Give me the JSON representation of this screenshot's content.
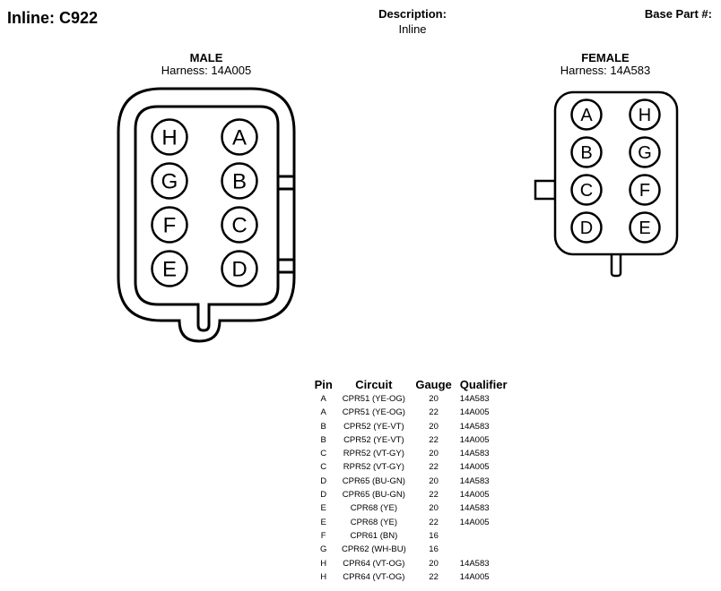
{
  "header": {
    "title": "Inline: C922",
    "description_label": "Description:",
    "description_value": "Inline",
    "base_part_label": "Base Part #:"
  },
  "male": {
    "name": "MALE",
    "harness": "Harness: 14A005",
    "cavities": [
      {
        "label": "H"
      },
      {
        "label": "A"
      },
      {
        "label": "G"
      },
      {
        "label": "B"
      },
      {
        "label": "F"
      },
      {
        "label": "C"
      },
      {
        "label": "E"
      },
      {
        "label": "D"
      }
    ]
  },
  "female": {
    "name": "FEMALE",
    "harness": "Harness: 14A583",
    "cavities": [
      {
        "label": "A"
      },
      {
        "label": "H"
      },
      {
        "label": "B"
      },
      {
        "label": "G"
      },
      {
        "label": "C"
      },
      {
        "label": "F"
      },
      {
        "label": "D"
      },
      {
        "label": "E"
      }
    ]
  },
  "pin_table": {
    "headers": {
      "pin": "Pin",
      "circuit": "Circuit",
      "gauge": "Gauge",
      "qualifier": "Qualifier"
    },
    "rows": [
      {
        "pin": "A",
        "circuit": "CPR51 (YE-OG)",
        "gauge": "20",
        "qualifier": "14A583"
      },
      {
        "pin": "A",
        "circuit": "CPR51 (YE-OG)",
        "gauge": "22",
        "qualifier": "14A005"
      },
      {
        "pin": "B",
        "circuit": "CPR52 (YE-VT)",
        "gauge": "20",
        "qualifier": "14A583"
      },
      {
        "pin": "B",
        "circuit": "CPR52 (YE-VT)",
        "gauge": "22",
        "qualifier": "14A005"
      },
      {
        "pin": "C",
        "circuit": "RPR52 (VT-GY)",
        "gauge": "20",
        "qualifier": "14A583"
      },
      {
        "pin": "C",
        "circuit": "RPR52 (VT-GY)",
        "gauge": "22",
        "qualifier": "14A005"
      },
      {
        "pin": "D",
        "circuit": "CPR65 (BU-GN)",
        "gauge": "20",
        "qualifier": "14A583"
      },
      {
        "pin": "D",
        "circuit": "CPR65 (BU-GN)",
        "gauge": "22",
        "qualifier": "14A005"
      },
      {
        "pin": "E",
        "circuit": "CPR68 (YE)",
        "gauge": "20",
        "qualifier": "14A583"
      },
      {
        "pin": "E",
        "circuit": "CPR68 (YE)",
        "gauge": "22",
        "qualifier": "14A005"
      },
      {
        "pin": "F",
        "circuit": "CPR61 (BN)",
        "gauge": "16",
        "qualifier": ""
      },
      {
        "pin": "G",
        "circuit": "CPR62 (WH-BU)",
        "gauge": "16",
        "qualifier": ""
      },
      {
        "pin": "H",
        "circuit": "CPR64 (VT-OG)",
        "gauge": "20",
        "qualifier": "14A583"
      },
      {
        "pin": "H",
        "circuit": "CPR64 (VT-OG)",
        "gauge": "22",
        "qualifier": "14A005"
      }
    ]
  }
}
